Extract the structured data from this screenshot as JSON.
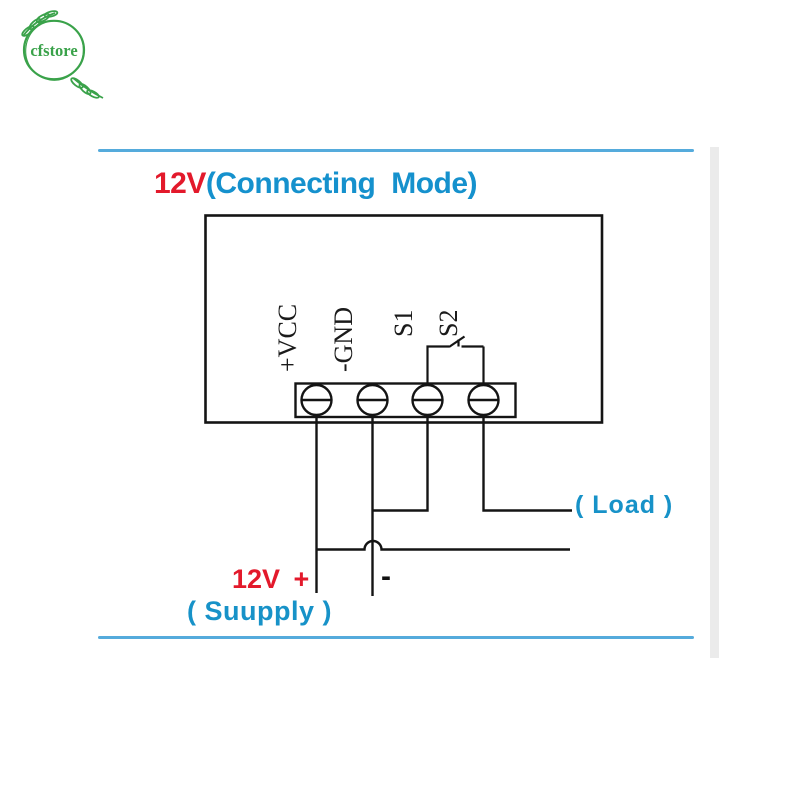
{
  "logo": {
    "text": "cfstore"
  },
  "title": {
    "red": "12V",
    "blue": "(Connecting Mode)"
  },
  "device": {
    "terminals": [
      {
        "label": "+VCC"
      },
      {
        "label": "-GND"
      },
      {
        "label": "S1"
      },
      {
        "label": "S2"
      }
    ]
  },
  "annotations": {
    "load": "( Load )",
    "supply_plus": "12V +",
    "supply_minus": "-",
    "supply": "( Suupply )"
  },
  "colors": {
    "accent_red": "#e3192b",
    "accent_blue": "#1792c8",
    "title_blue": "#1591cd",
    "rule_blue": "#55abdc",
    "wire_black": "#141414",
    "logo_green": "#3aa24a",
    "edge_gray": "#ebebeb"
  }
}
